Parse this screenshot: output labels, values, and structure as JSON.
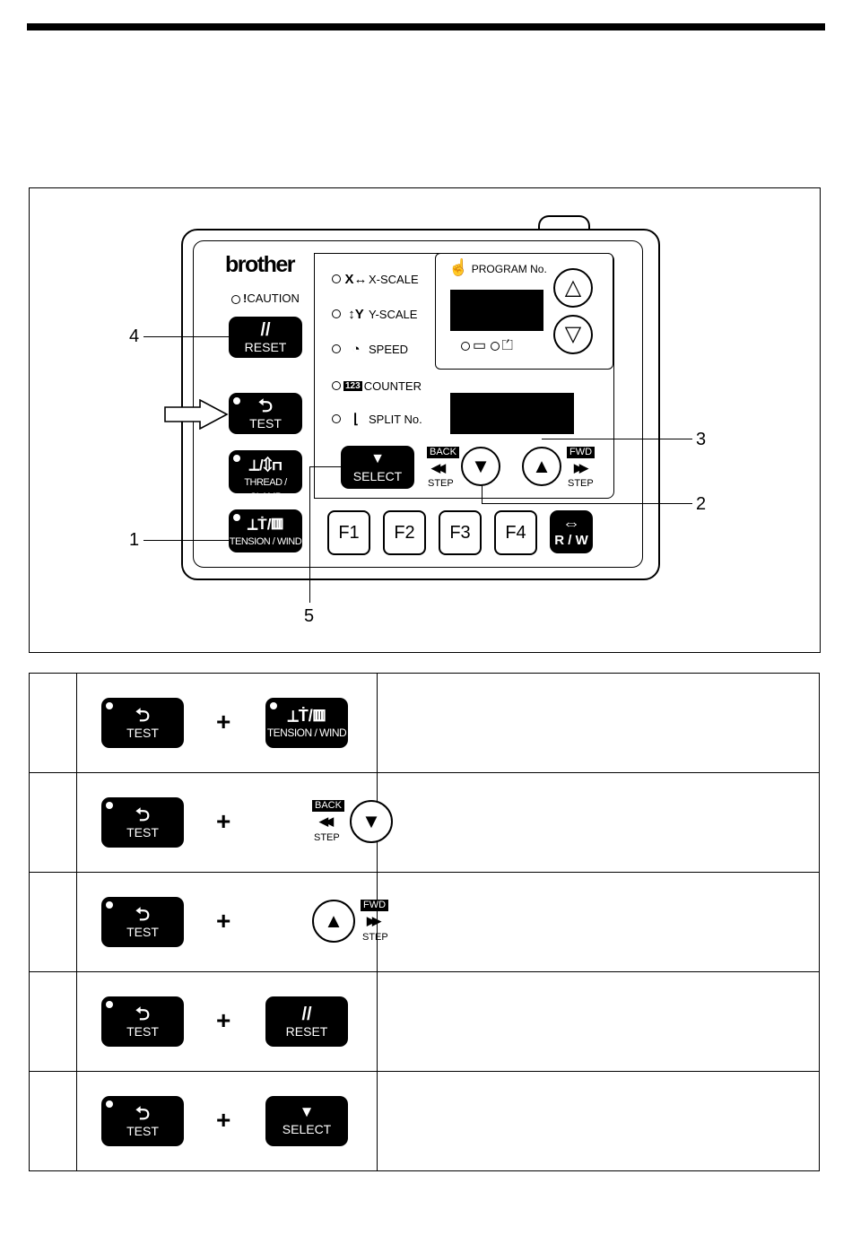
{
  "panel": {
    "brand": "brother",
    "caution": "CAUTION",
    "keys": {
      "reset": "RESET",
      "test": "TEST",
      "thread_clamp": "THREAD / CLAMP",
      "tension_wind": "TENSION / WIND",
      "select": "SELECT",
      "rw": "R / W"
    },
    "indicators": {
      "x_scale": "X-SCALE",
      "y_scale": "Y-SCALE",
      "speed": "SPEED",
      "counter_icon": "123",
      "counter": "COUNTER",
      "split": "SPLIT No."
    },
    "program_no": "PROGRAM No.",
    "back_tag": "BACK",
    "fwd_tag": "FWD",
    "step": "STEP",
    "fkeys": [
      "F1",
      "F2",
      "F3",
      "F4"
    ]
  },
  "callouts": [
    "1",
    "2",
    "3",
    "4",
    "5"
  ],
  "table": {
    "plus": "+",
    "rows": [
      {
        "a": "TEST",
        "b": "TENSION / WIND"
      },
      {
        "a": "TEST",
        "b_tag": "BACK",
        "b_step": "STEP"
      },
      {
        "a": "TEST",
        "b_tag": "FWD",
        "b_step": "STEP"
      },
      {
        "a": "TEST",
        "b": "RESET"
      },
      {
        "a": "TEST",
        "b": "SELECT"
      }
    ]
  },
  "icons": [
    "back-arrow-icon",
    "reset-slash-icon",
    "thread-clamp-icon",
    "tension-wind-icon",
    "triangle-down-icon",
    "triangle-up-icon",
    "rw-arrows-icon",
    "hand-p-icon",
    "speed-dial-icon",
    "needle-icon",
    "hollow-arrow-icon"
  ]
}
